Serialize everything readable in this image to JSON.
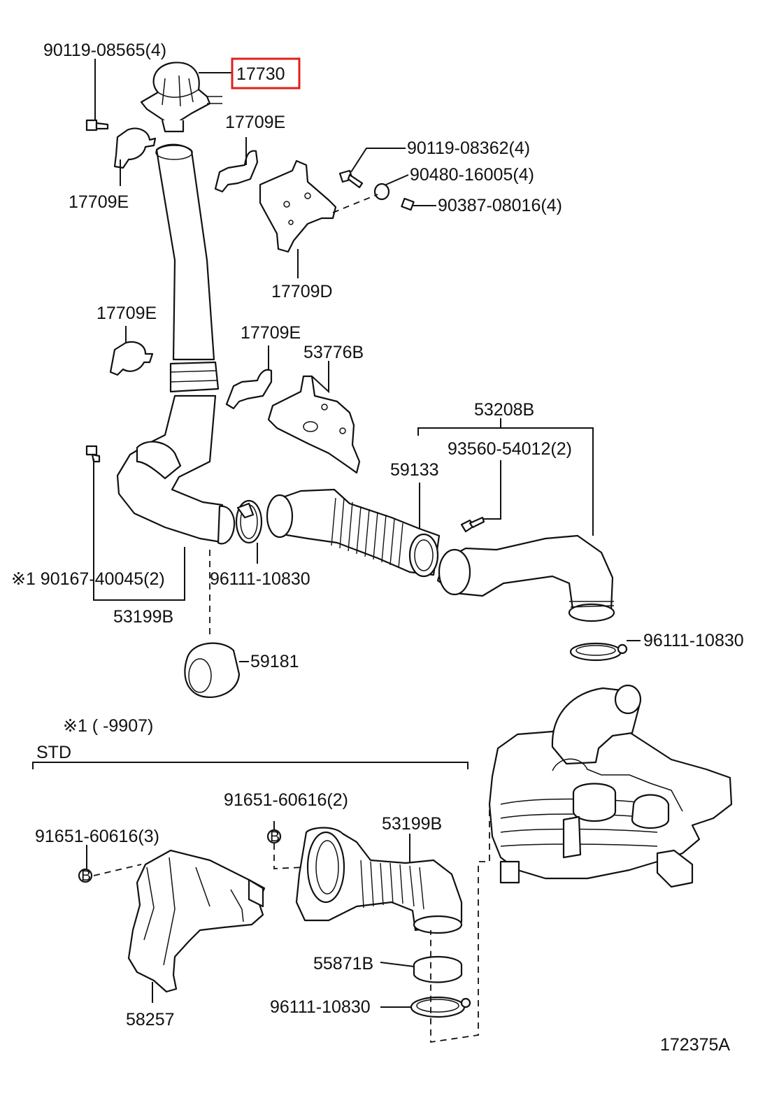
{
  "labels": {
    "p_90119_08565": "90119-08565(4)",
    "p_17730": "17730",
    "p_17709E_a": "17709E",
    "p_17709E_b": "17709E",
    "p_90119_08362": "90119-08362(4)",
    "p_90480_16005": "90480-16005(4)",
    "p_90387_08016": "90387-08016(4)",
    "p_17709D": "17709D",
    "p_17709E_c": "17709E",
    "p_17709E_d": "17709E",
    "p_53776B": "53776B",
    "p_53208B": "53208B",
    "p_93560_54012": "93560-54012(2)",
    "p_59133": "59133",
    "p_90167_40045": "※1 90167-40045(2)",
    "p_96111_10830_a": "96111-10830",
    "p_53199B_a": "53199B",
    "p_96111_10830_b": "96111-10830",
    "p_59181": "59181",
    "note_1": "※1 (      -9907)",
    "std": "STD",
    "p_91651_60616_2": "91651-60616(2)",
    "p_91651_60616_3": "91651-60616(3)",
    "p_53199B_b": "53199B",
    "p_55871B": "55871B",
    "p_96111_10830_c": "96111-10830",
    "p_58257": "58257",
    "fig_number": "172375A",
    "bolt_marker": "B"
  },
  "highlight": {
    "part": "17730",
    "color": "#e0201b"
  }
}
